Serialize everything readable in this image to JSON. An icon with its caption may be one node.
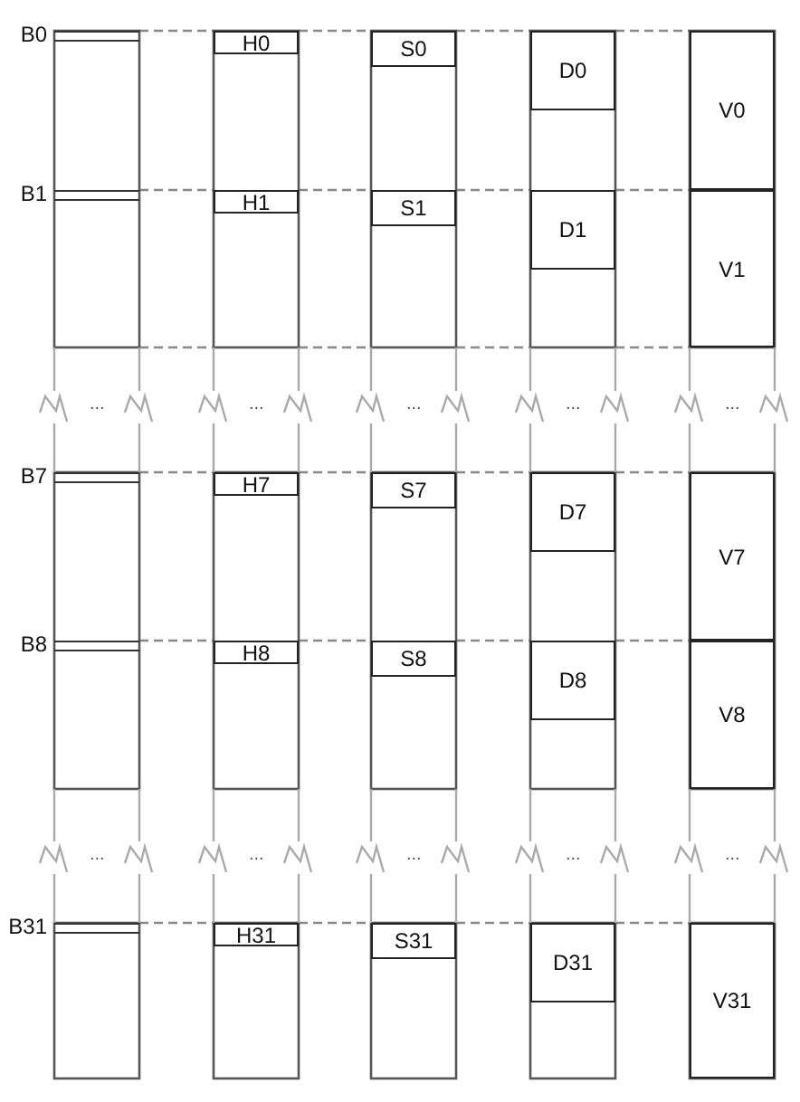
{
  "diagram": {
    "nodes": [
      {
        "text": [
          "B0"
        ]
      },
      {
        "text": [
          "H0"
        ]
      },
      {
        "text": [
          "S0"
        ]
      },
      {
        "text": [
          "D0"
        ]
      },
      {
        "text": [
          "V0"
        ]
      },
      {
        "text": [
          "B1"
        ]
      },
      {
        "text": [
          "H1"
        ]
      },
      {
        "text": [
          "S1"
        ]
      },
      {
        "text": [
          "D1"
        ]
      },
      {
        "text": [
          "V1"
        ]
      },
      {
        "text": [
          "B7"
        ]
      },
      {
        "text": [
          "H7"
        ]
      },
      {
        "text": [
          "S7"
        ]
      },
      {
        "text": [
          "D7"
        ]
      },
      {
        "text": [
          "V7"
        ]
      },
      {
        "text": [
          "B8"
        ]
      },
      {
        "text": [
          "H8"
        ]
      },
      {
        "text": [
          "S8"
        ]
      },
      {
        "text": [
          "D8"
        ]
      },
      {
        "text": [
          "V8"
        ]
      },
      {
        "text": [
          "B31"
        ]
      },
      {
        "text": [
          "H31"
        ]
      },
      {
        "text": [
          "S31"
        ]
      },
      {
        "text": [
          "D31"
        ]
      },
      {
        "text": [
          "V31"
        ]
      }
    ],
    "labels": [
      "...",
      "...",
      "...",
      "...",
      "...",
      "...",
      "...",
      "...",
      "...",
      "..."
    ]
  }
}
